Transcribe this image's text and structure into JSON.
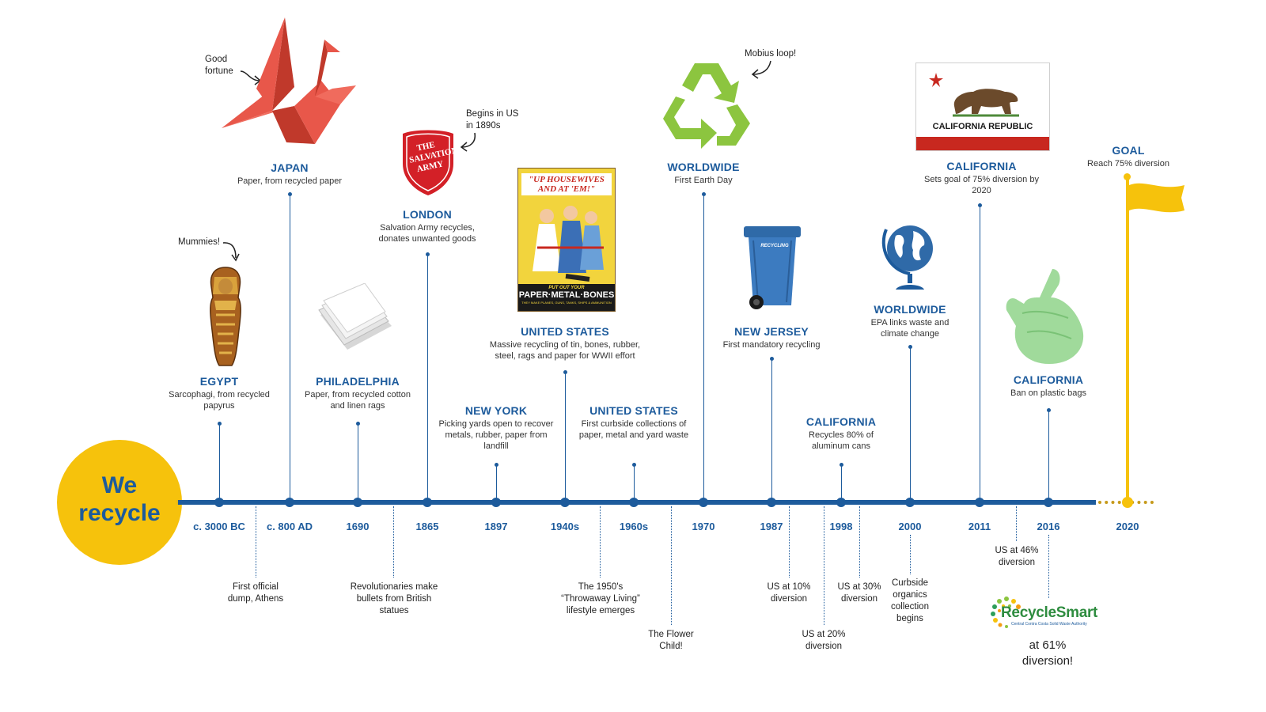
{
  "badge": {
    "line1": "We",
    "line2": "recycle"
  },
  "years": [
    "c. 3000 BC",
    "c. 800 AD",
    "1690",
    "1865",
    "1897",
    "1940s",
    "1960s",
    "1970",
    "1987",
    "1998",
    "2000",
    "2011",
    "2016",
    "2020"
  ],
  "events": {
    "egypt": {
      "place": "EGYPT",
      "desc": "Sarcophagi, from recycled papyrus"
    },
    "japan": {
      "place": "JAPAN",
      "desc": "Paper, from recycled paper"
    },
    "philadelphia": {
      "place": "PHILADELPHIA",
      "desc": "Paper, from recycled cotton and linen rags"
    },
    "london": {
      "place": "LONDON",
      "desc": "Salvation Army recycles, donates unwanted goods"
    },
    "new_york": {
      "place": "NEW YORK",
      "desc": "Picking yards open to recover metals, rubber, paper from landfill"
    },
    "us_1940s": {
      "place": "UNITED STATES",
      "desc": "Massive recycling of tin, bones, rubber, steel, rags and paper for WWII effort"
    },
    "us_1960s": {
      "place": "UNITED STATES",
      "desc": "First curbside collections of paper, metal and yard waste"
    },
    "worldwide_1970": {
      "place": "WORLDWIDE",
      "desc": "First Earth Day"
    },
    "new_jersey": {
      "place": "NEW JERSEY",
      "desc": "First mandatory recycling"
    },
    "california_1998": {
      "place": "CALIFORNIA",
      "desc": "Recycles 80% of aluminum cans"
    },
    "worldwide_2000": {
      "place": "WORLDWIDE",
      "desc": "EPA links waste and climate change"
    },
    "california_2011": {
      "place": "CALIFORNIA",
      "desc": "Sets goal of 75% diversion by 2020"
    },
    "california_2016": {
      "place": "CALIFORNIA",
      "desc": "Ban on plastic bags"
    },
    "goal": {
      "place": "GOAL",
      "desc": "Reach 75% diversion"
    }
  },
  "notes": {
    "athens": "First official dump, Athens",
    "bullets": "Revolutionaries make bullets from British statues",
    "throwaway": "The 1950's “Throwaway Living” lifestyle emerges",
    "flower": "The Flower Child!",
    "us10": "US at 10% diversion",
    "us20": "US at 20% diversion",
    "us30": "US at 30% diversion",
    "organics": "Curbside organics collection begins",
    "us46": "US at 46% diversion",
    "at61": "at 61% diversion!"
  },
  "asides": {
    "mummies": "Mummies!",
    "good_fortune": "Good fortune",
    "begins_us": "Begins in US in 1890s",
    "mobius": "Mobius loop!"
  },
  "images": {
    "salvation_army": "THE SALVATION ARMY",
    "poster_headline": "\"UP HOUSEWIVES AND AT 'EM!\"",
    "poster_sub": "PUT OUT YOUR",
    "poster_main": "PAPER·METAL·BONES",
    "poster_fine": "THEY MAKE PLANES, GUNS, TANKS, SHIPS & AMMUNITION",
    "bin_label": "RECYCLING",
    "flag_label": "CALIFORNIA REPUBLIC",
    "logo_name": "RecycleSmart",
    "logo_tagline": "Central Contra Costa Solid Waste Authority"
  },
  "colors": {
    "blue": "#1d5b9c",
    "yellow": "#f6c20c",
    "red": "#e8574a",
    "green": "#8cc53f"
  }
}
